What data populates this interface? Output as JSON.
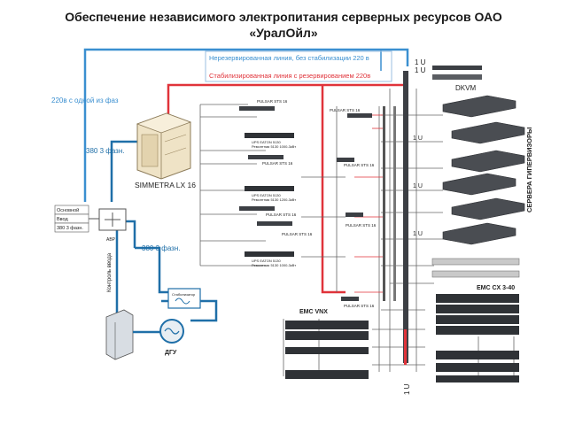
{
  "title_line1": "Обеспечение независимого электропитания серверных ресурсов ОАО",
  "title_line2": "«УралОйл»",
  "labels": {
    "unbacked_line": "Нерезервированная линия, без стабилизации 220 в",
    "stabilized_line": "Стабилизированная линия с резервированием 220в",
    "single_phase": "220в с одной из фаз",
    "three_phase_top": "380 3 фазн.",
    "three_phase_bottom": "380 3 фазн.",
    "stabilizer_unit": "SIMMETRA LX 16",
    "servers_vertical": "СЕРВЕРА ГИПЕРВИЗОРЫ",
    "dkvm": "DKVM",
    "emc_vnx": "EMC VNX",
    "emc_cx": "EMC CX 3-40",
    "generator": "ДГУ",
    "avr": "АВР",
    "stabilizer_small": "Стабилизатор",
    "control_cable": "Контроль ввода",
    "rack_unit_1": "1 U",
    "rack_unit_2": "1 U",
    "rack_unit_3": "1 U",
    "rack_unit_4": "1 U",
    "rack_unit_5": "1 U",
    "rack_unit_6": "1 U",
    "inputs": [
      "Основной",
      "Ввод",
      "380 3 фазн."
    ],
    "pulsar_1": "PULSAR STS 16",
    "pulsar_2": "PULSAR STS 16",
    "pulsar_3": "PULSAR STS 16",
    "pulsar_4": "PULSAR STS 16",
    "pulsar_5": "PULSAR STS 16",
    "pulsar_6": "PULSAR STS 16",
    "pulsar_7": "PULSAR STS 16",
    "pulsar_8": "PULSAR STS 16",
    "ups_1": "UPS EATON 5130",
    "ups_1_sub": "Ремонтная 5130 1000-3кВт",
    "ups_2": "UPS EATON 5130",
    "ups_2_sub": "Ремонтная 5130 1200-3кВт",
    "ups_3": "UPS EATON 5130",
    "ups_3_sub": "Ремонтная 5130 1000-3кВт"
  },
  "colors": {
    "unbacked": "#3a8fd0",
    "stabilized": "#e0333a",
    "mains": "#1f6fa8",
    "wire": "#555555",
    "device": "#3c3f44"
  }
}
